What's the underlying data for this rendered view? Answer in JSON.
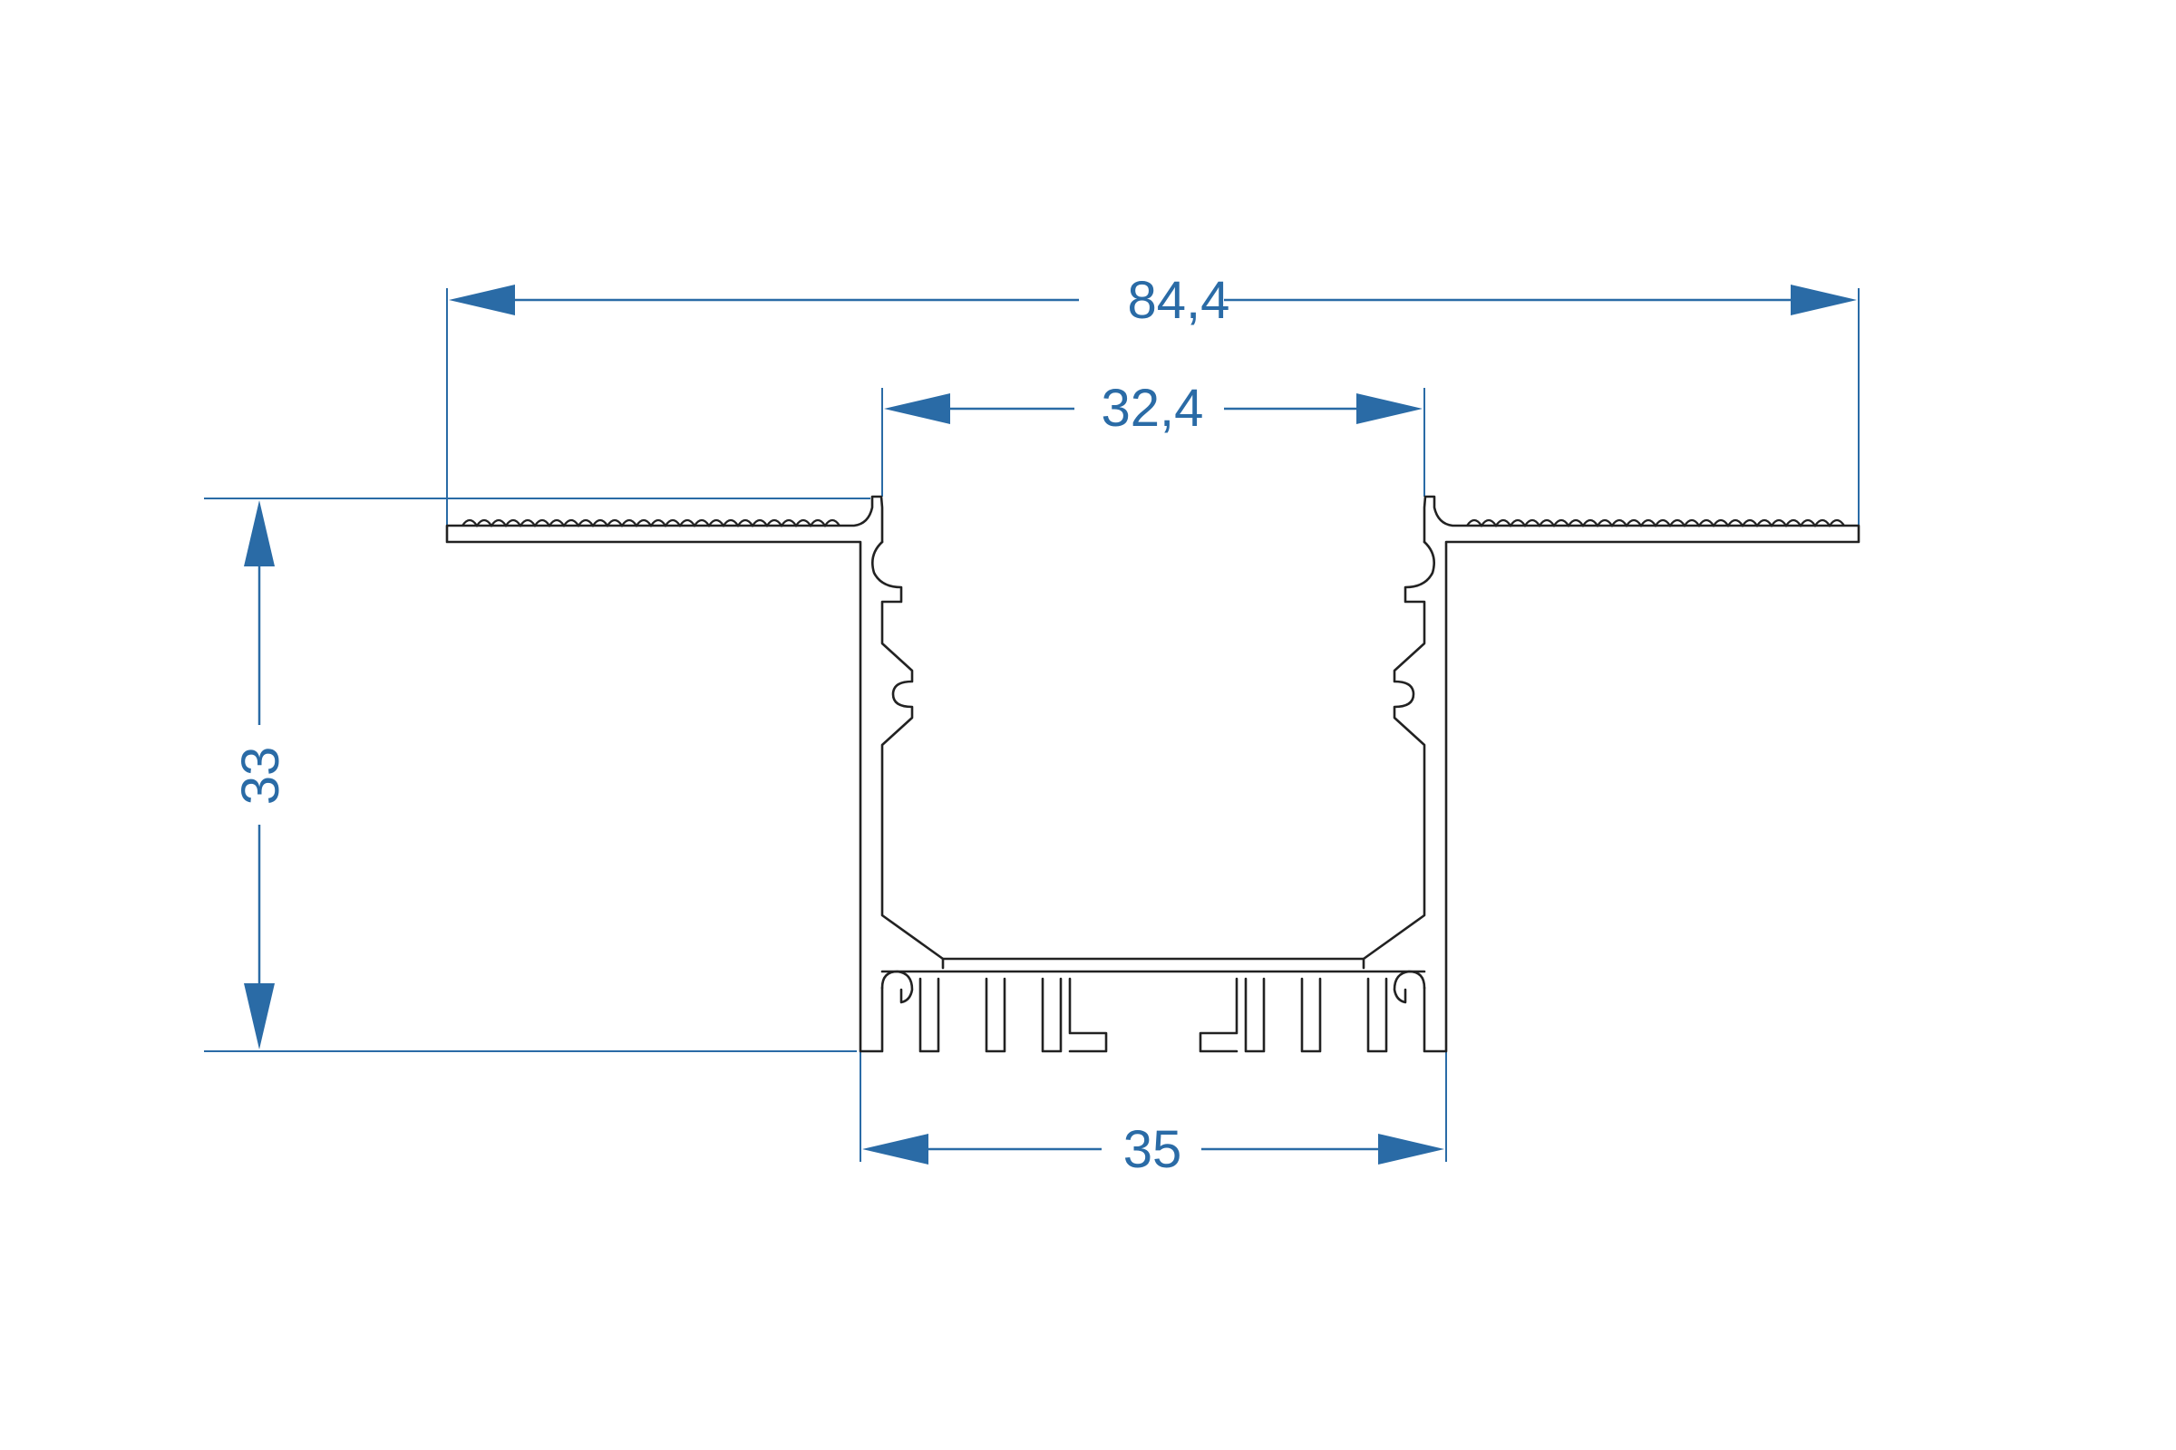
{
  "drawing": {
    "type": "profile-cross-section",
    "colors": {
      "dimension": "#2a6ba6",
      "outline": "#222222",
      "background": "#ffffff"
    }
  },
  "dimensions": {
    "overall_width": "84,4",
    "opening_width": "32,4",
    "body_width": "35",
    "height": "33"
  }
}
